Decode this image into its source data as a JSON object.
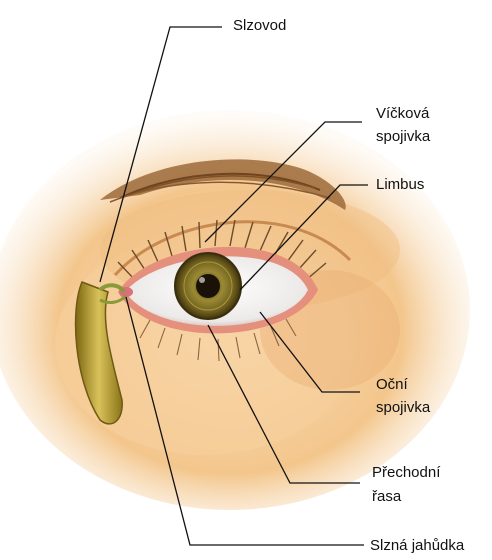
{
  "labels": {
    "slzovod": "Slzovod",
    "vickova_line1": "Víčková",
    "vickova_line2": "spojivka",
    "limbus": "Limbus",
    "ocni_line1": "Oční",
    "ocni_line2": "spojivka",
    "prechodni_line1": "Přechodní",
    "prechodni_line2": "řasa",
    "slzna": "Slzná jahůdka"
  },
  "colors": {
    "skin": "#f3c890",
    "skin_light": "#fbe3c2",
    "skin_shadow": "#d99a5c",
    "brow": "#8a5a2e",
    "sclera": "#f4f1ee",
    "iris": "#8a7a2a",
    "iris_ring": "#4c3c10",
    "pupil": "#1a1208",
    "lid_rim": "#e08a7a",
    "lacrimal_duct": "#b89a2c",
    "leader_line": "#111111"
  }
}
